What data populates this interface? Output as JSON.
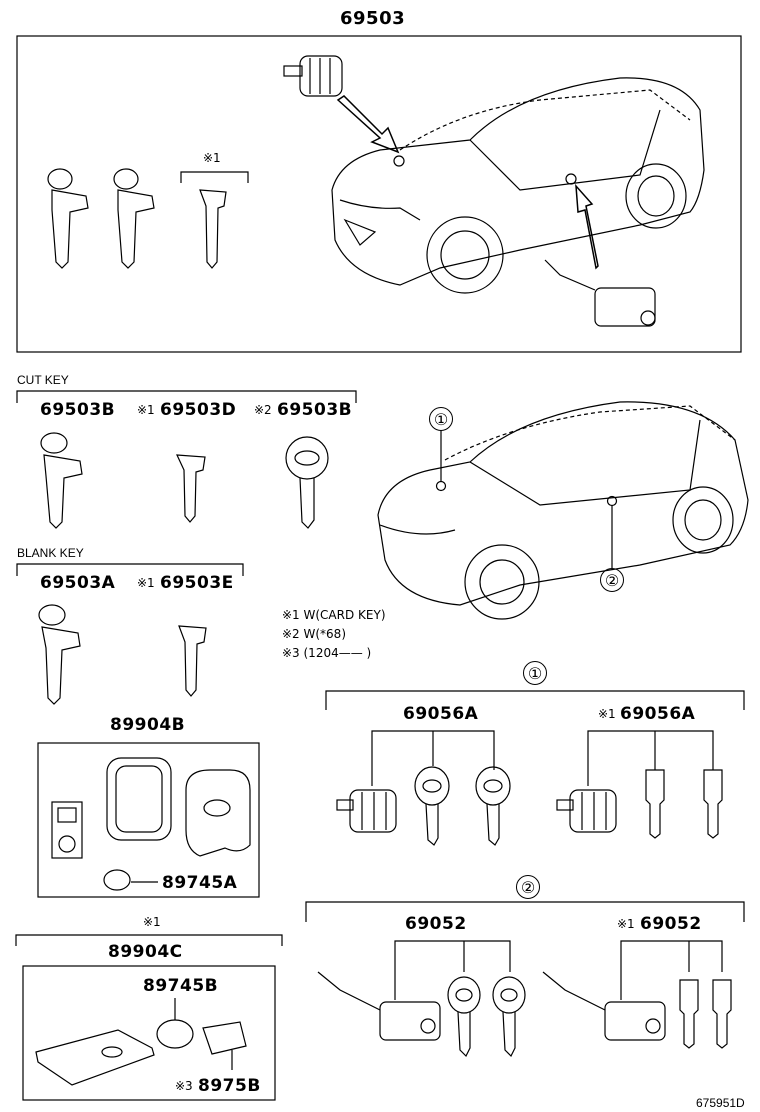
{
  "diagram": {
    "top_part": "69503",
    "cut_key": {
      "heading": "CUT KEY",
      "parts": [
        "69503B",
        "※1",
        "69503D",
        "※2",
        "69503B"
      ]
    },
    "blank_key": {
      "heading": "BLANK KEY",
      "parts": [
        "69503A",
        "※1",
        "69503E"
      ]
    },
    "top_mark": "※1",
    "notes": [
      "※1 W(CARD KEY)",
      "※2 W(*68)",
      "※3 (1204——  )"
    ],
    "callouts": [
      "①",
      "②"
    ],
    "group1": {
      "label": "①",
      "parts": [
        "69056A",
        "※1",
        "69056A"
      ]
    },
    "group2": {
      "label": "②",
      "parts": [
        "69052",
        "※1",
        "69052"
      ]
    },
    "smart_key": {
      "part": "89904B",
      "battery": "89745A"
    },
    "card_key": {
      "mark": "※1",
      "part": "89904C",
      "battery": "89745B",
      "mark3": "※3",
      "sub_part": "8975B"
    },
    "ref_code": "675951D"
  }
}
